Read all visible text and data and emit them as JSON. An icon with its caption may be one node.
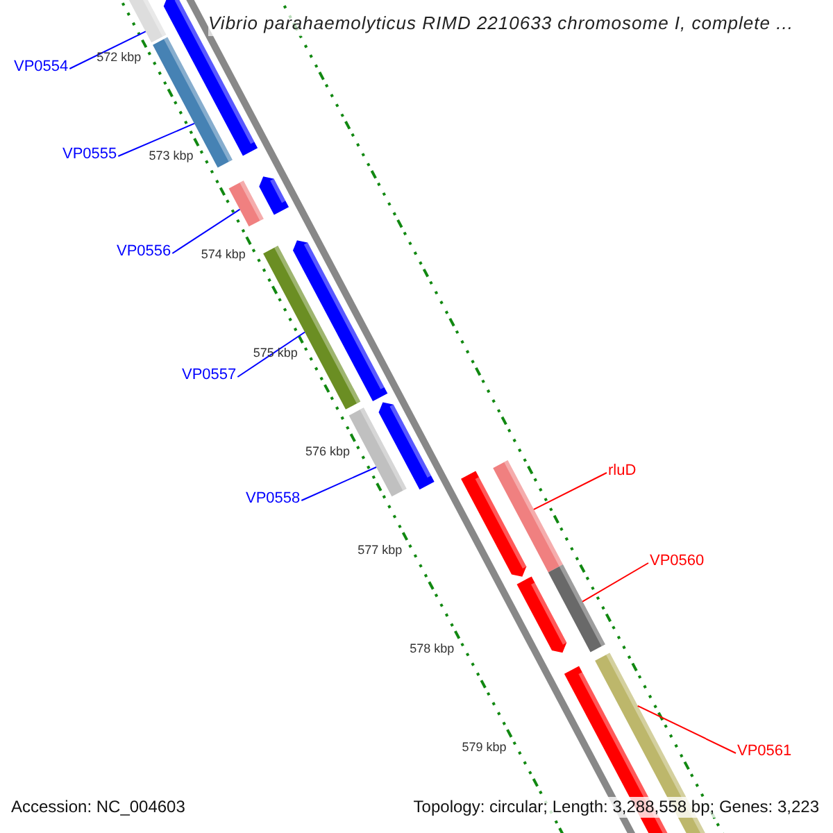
{
  "diagram": {
    "title": "Vibrio parahaemolyticus RIMD 2210633 chromosome I, complete ...",
    "nodes": [
      {
        "text": [
          "VP0554"
        ]
      },
      {
        "text": [
          "VP0555"
        ]
      },
      {
        "text": [
          "VP0556"
        ]
      },
      {
        "text": [
          "VP0557"
        ]
      },
      {
        "text": [
          "VP0558"
        ]
      },
      {
        "text": [
          "rluD"
        ]
      },
      {
        "text": [
          "VP0560"
        ]
      },
      {
        "text": [
          "VP0561"
        ]
      },
      {
        "text": [],
        "shape": "bar"
      },
      {
        "text": [],
        "shape": "bar"
      },
      {
        "text": [],
        "shape": "bar"
      },
      {
        "text": [],
        "shape": "bar"
      },
      {
        "text": [],
        "shape": "bar"
      },
      {
        "text": [],
        "shape": "bar"
      },
      {
        "text": [],
        "shape": "bar"
      },
      {
        "text": [],
        "shape": "bar"
      }
    ],
    "edges": [
      {
        "from": 0,
        "to": 8,
        "arrow": "none"
      },
      {
        "from": 1,
        "to": 9,
        "arrow": "none"
      },
      {
        "from": 2,
        "to": 10,
        "arrow": "none"
      },
      {
        "from": 3,
        "to": 11,
        "arrow": "none"
      },
      {
        "from": 4,
        "to": 12,
        "arrow": "none"
      },
      {
        "from": 5,
        "to": 13,
        "arrow": "none",
        "color": "#ff0000"
      },
      {
        "from": 6,
        "to": 14,
        "arrow": "none",
        "color": "#ff0000"
      },
      {
        "from": 7,
        "to": 15,
        "arrow": "none",
        "color": "#ff0000"
      }
    ],
    "labels": [
      "572 kbp",
      "573 kbp",
      "574 kbp",
      "575 kbp",
      "576 kbp",
      "577 kbp",
      "578 kbp",
      "579 kbp",
      "Accession: NC_004603",
      "Topology: circular; Length: 3,288,558 bp; Genes: 3,223"
    ]
  }
}
